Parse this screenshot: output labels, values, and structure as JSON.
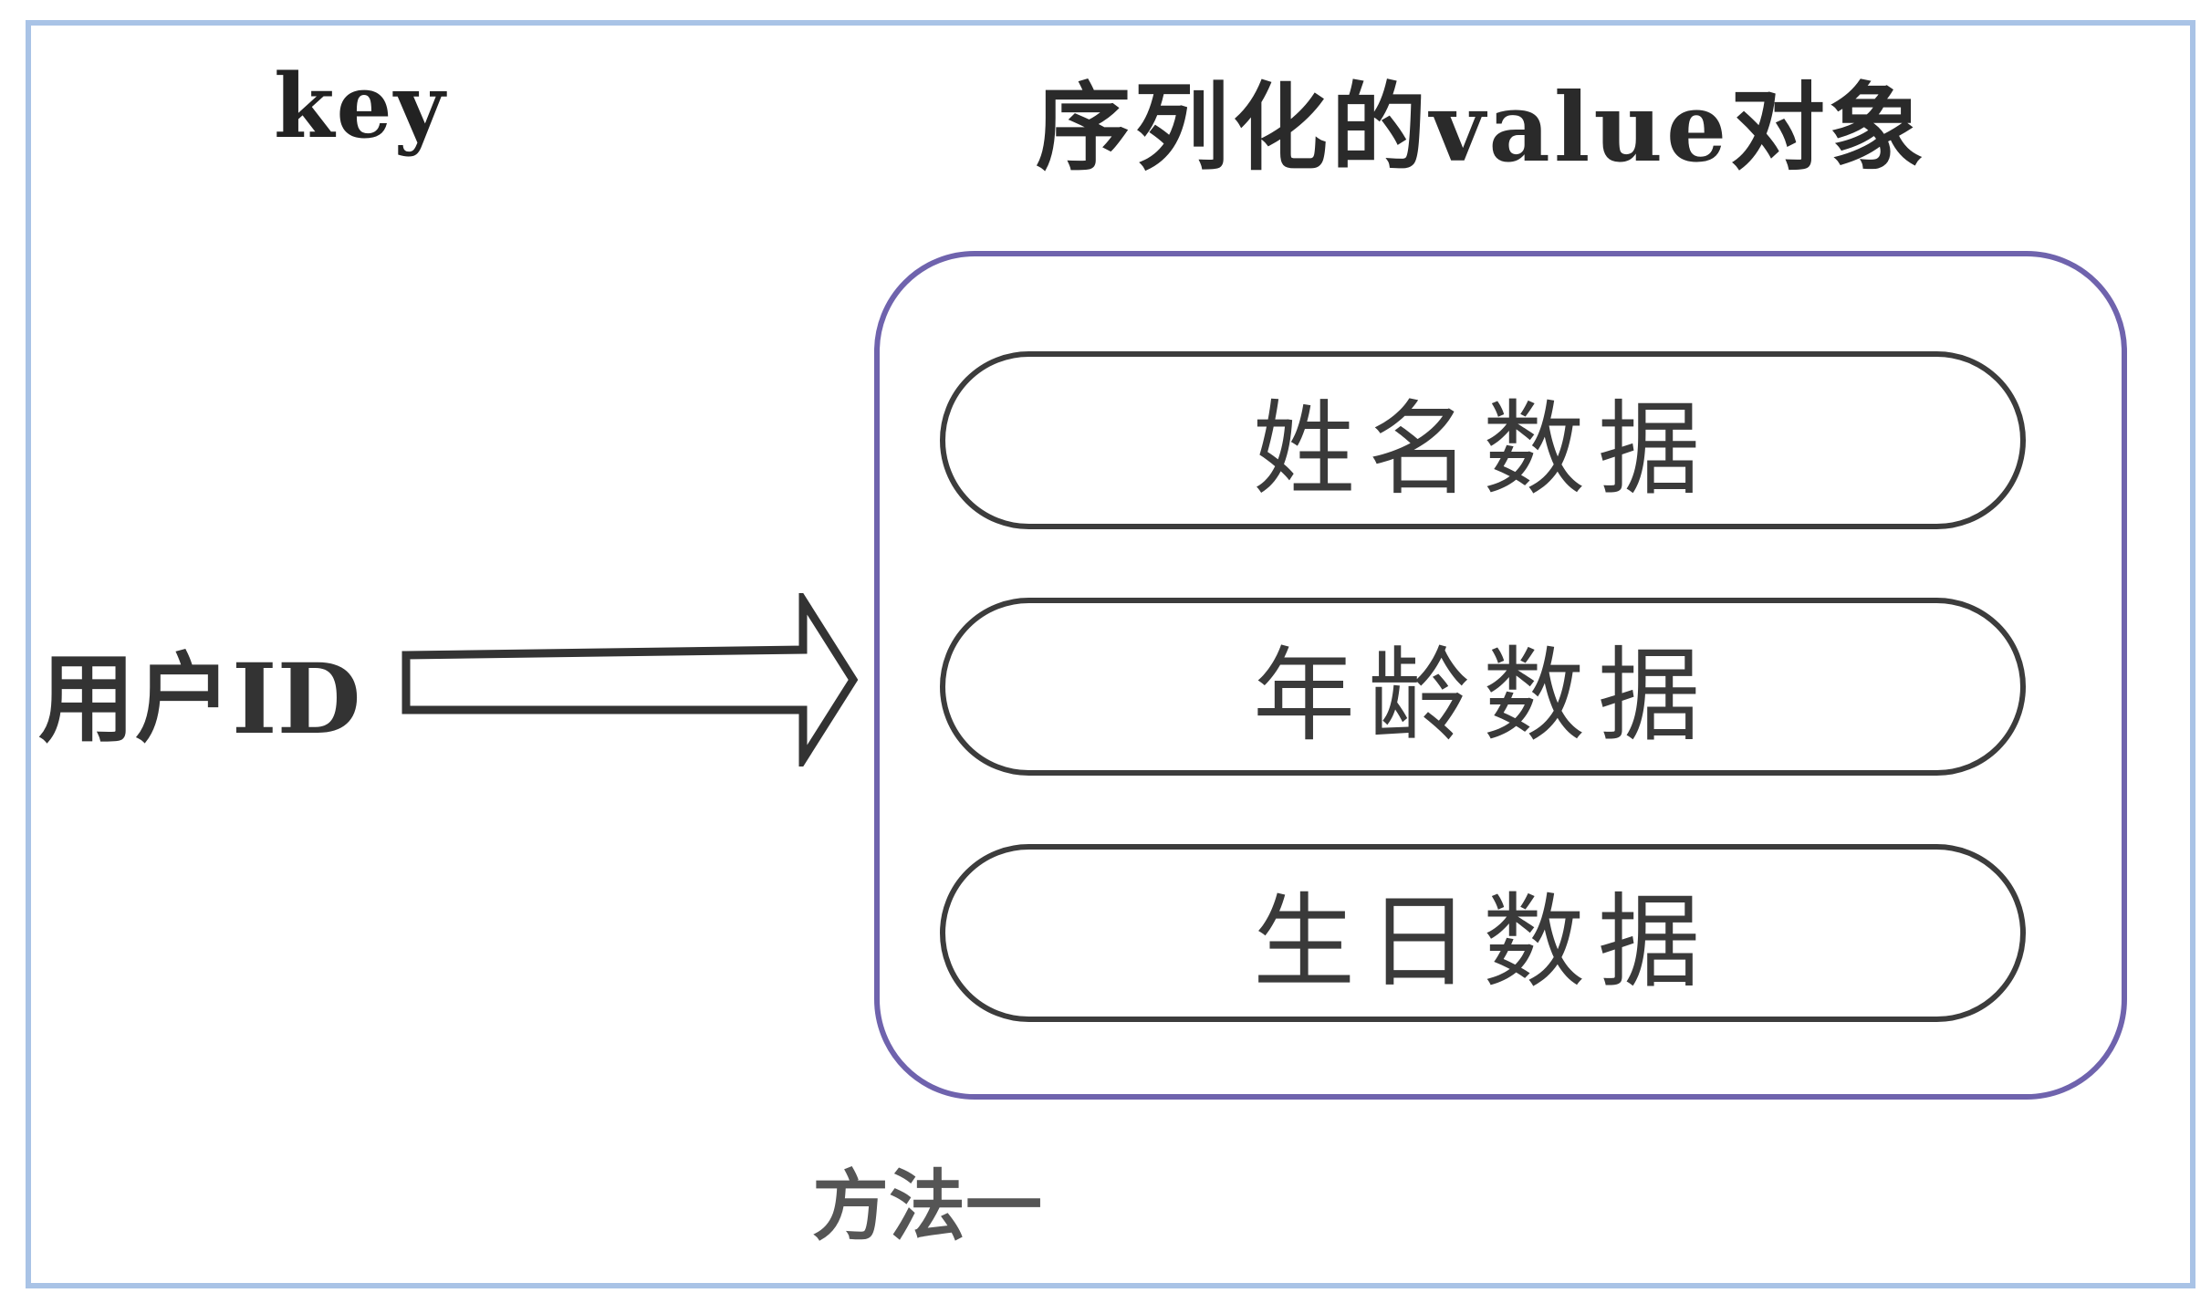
{
  "diagram": {
    "key_label": "key",
    "value_title": "序列化的value对象",
    "source_label": "用户ID",
    "fields": [
      {
        "label": "姓名数据"
      },
      {
        "label": "年龄数据"
      },
      {
        "label": "生日数据"
      }
    ],
    "caption": "方法一"
  },
  "colors": {
    "frame_border": "#a9c3e6",
    "container_border": "#6f63ad",
    "pill_border": "#3c3c3c",
    "arrow_stroke": "#333333"
  },
  "icons": {
    "arrow": "right-arrow-icon"
  }
}
